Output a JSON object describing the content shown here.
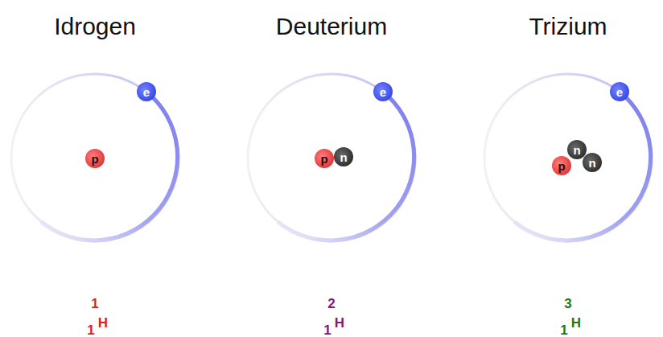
{
  "diagram": {
    "nodes": [
      {
        "text": [
          "e"
        ]
      },
      {
        "text": [
          "p"
        ]
      },
      {
        "text": [
          "e"
        ]
      },
      {
        "text": [
          "p"
        ]
      },
      {
        "text": [
          "n"
        ]
      },
      {
        "text": [
          "e"
        ]
      },
      {
        "text": [
          "p"
        ]
      },
      {
        "text": [
          "n"
        ]
      },
      {
        "text": [
          "n"
        ]
      }
    ],
    "labels": [
      "Idrogen",
      "Deuterium",
      "Trizium",
      "1",
      "1",
      "H",
      "2",
      "1",
      "H",
      "3",
      "1",
      "H"
    ]
  }
}
